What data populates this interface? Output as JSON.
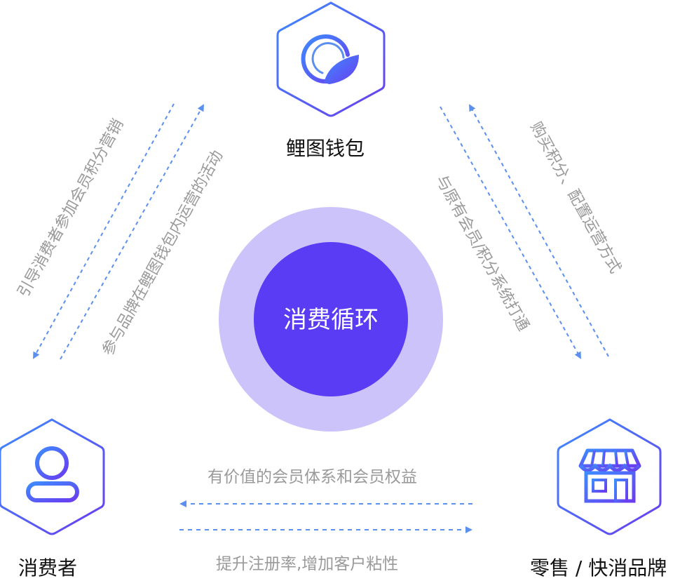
{
  "center": {
    "label": "消费循环"
  },
  "nodes": {
    "wallet": {
      "label": "鲤图钱包",
      "icon": "wallet-logo-icon"
    },
    "consumer": {
      "label": "消费者",
      "icon": "user-icon"
    },
    "brand": {
      "label": "零售 / 快消品牌",
      "icon": "store-icon"
    }
  },
  "flows": {
    "wallet_to_consumer": "引导消费者参加会员积分营销",
    "consumer_to_wallet": "参与品牌在鲤图钱包内运营的活动",
    "wallet_to_brand": "与原有会员/积分系统打通",
    "brand_to_wallet": "购买积分、配置运营方式",
    "brand_to_consumer": "有价值的会员体系和会员权益",
    "consumer_to_brand": "提升注册率,增加客户粘性"
  },
  "colors": {
    "accent": "#5a3cf5",
    "halo": "#cdc3fb",
    "hex_stroke_start": "#3d8bff",
    "hex_stroke_end": "#6a3cf0",
    "arrow": "#5b8ff0",
    "label_gray": "#9a9a9a"
  }
}
